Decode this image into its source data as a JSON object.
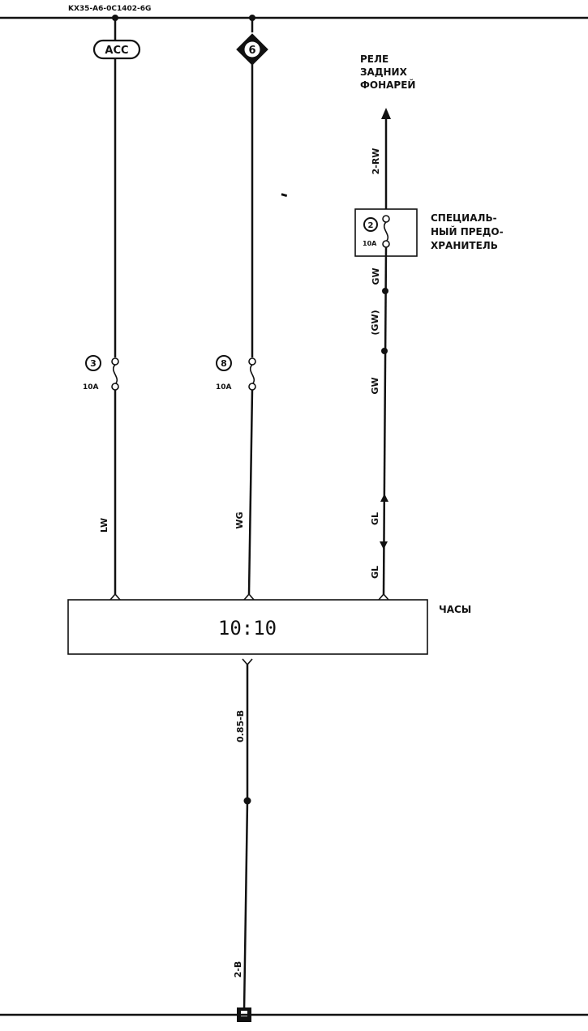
{
  "header_code": "KX35-A6-0C1402-6G",
  "acc_label": "ACC",
  "diamond_number": "6",
  "relay_label": [
    "РЕЛЕ",
    "ЗАДНИХ",
    "ФОНАРЕЙ"
  ],
  "special_fuse_label": [
    "СПЕЦИАЛЬ-",
    "НЫЙ ПРЕДО-",
    "ХРАНИТЕЛЬ"
  ],
  "fuses": {
    "left": {
      "number": "3",
      "rating": "10A"
    },
    "middle": {
      "number": "8",
      "rating": "10A"
    },
    "special": {
      "number": "2",
      "rating": "10A"
    }
  },
  "wires": {
    "left": "LW",
    "middle": "WG",
    "right_top": "2-RW",
    "right_gw1": "GW",
    "right_gw2": "(GW)",
    "right_gw3": "GW",
    "right_gl1": "GL",
    "right_gl2": "GL",
    "ground_upper": "0.85-B",
    "ground_lower": "2-B"
  },
  "clock_label": "ЧАСЫ",
  "clock_display": "10:10"
}
